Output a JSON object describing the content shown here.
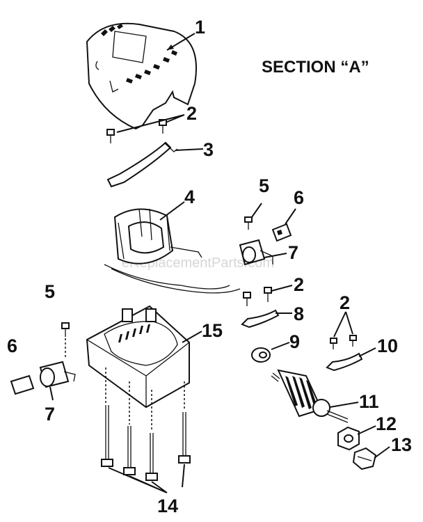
{
  "section_title": "SECTION “A”",
  "watermark": "eReplacementParts.com",
  "labels": [
    {
      "id": "1",
      "text": "1"
    },
    {
      "id": "2a",
      "text": "2"
    },
    {
      "id": "3",
      "text": "3"
    },
    {
      "id": "4",
      "text": "4"
    },
    {
      "id": "5a",
      "text": "5"
    },
    {
      "id": "6a",
      "text": "6"
    },
    {
      "id": "7a",
      "text": "7"
    },
    {
      "id": "2b",
      "text": "2"
    },
    {
      "id": "8",
      "text": "8"
    },
    {
      "id": "9",
      "text": "9"
    },
    {
      "id": "2c",
      "text": "2"
    },
    {
      "id": "10",
      "text": "10"
    },
    {
      "id": "5b",
      "text": "5"
    },
    {
      "id": "15",
      "text": "15"
    },
    {
      "id": "6b",
      "text": "6"
    },
    {
      "id": "7b",
      "text": "7"
    },
    {
      "id": "11",
      "text": "11"
    },
    {
      "id": "12",
      "text": "12"
    },
    {
      "id": "13",
      "text": "13"
    },
    {
      "id": "14",
      "text": "14"
    }
  ]
}
